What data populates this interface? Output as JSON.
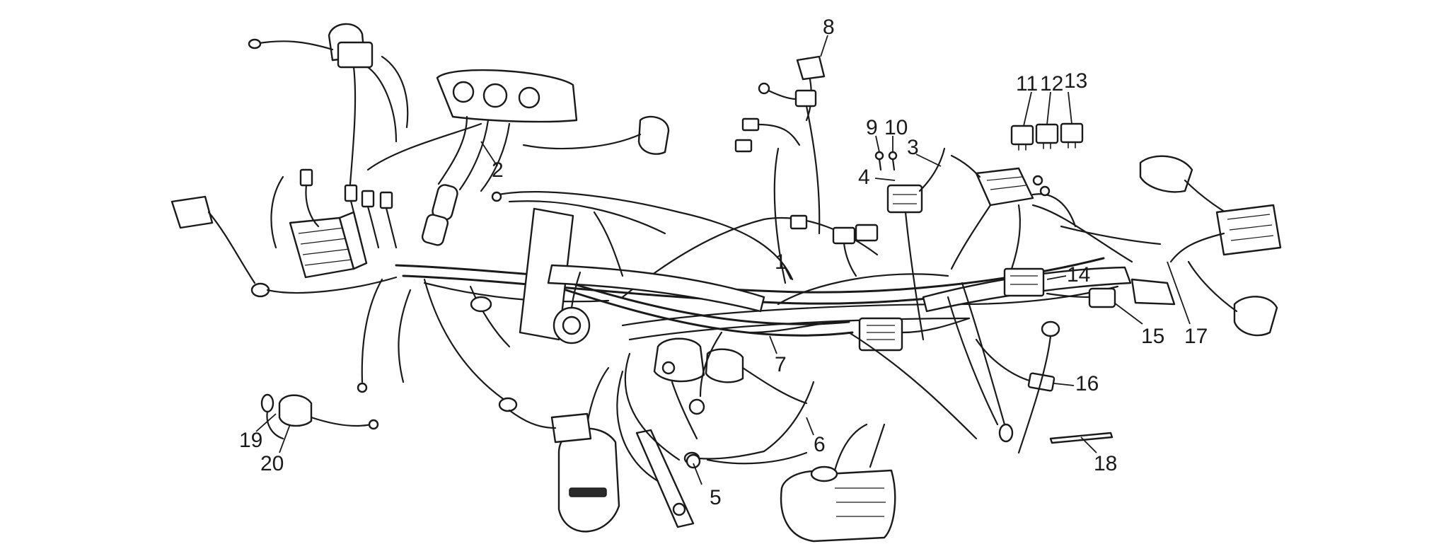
{
  "callouts": [
    {
      "id": "1",
      "label": "1"
    },
    {
      "id": "2",
      "label": "2"
    },
    {
      "id": "3",
      "label": "3"
    },
    {
      "id": "4",
      "label": "4"
    },
    {
      "id": "5",
      "label": "5"
    },
    {
      "id": "6",
      "label": "6"
    },
    {
      "id": "7",
      "label": "7"
    },
    {
      "id": "8",
      "label": "8"
    },
    {
      "id": "9",
      "label": "9"
    },
    {
      "id": "10",
      "label": "10"
    },
    {
      "id": "11",
      "label": "11"
    },
    {
      "id": "12",
      "label": "12"
    },
    {
      "id": "13",
      "label": "13"
    },
    {
      "id": "14",
      "label": "14"
    },
    {
      "id": "15",
      "label": "15"
    },
    {
      "id": "16",
      "label": "16"
    },
    {
      "id": "17",
      "label": "17"
    },
    {
      "id": "18",
      "label": "18"
    },
    {
      "id": "19",
      "label": "19"
    },
    {
      "id": "20",
      "label": "20"
    }
  ],
  "colors": {
    "ink": "#1a1a1a",
    "background": "#ffffff"
  }
}
